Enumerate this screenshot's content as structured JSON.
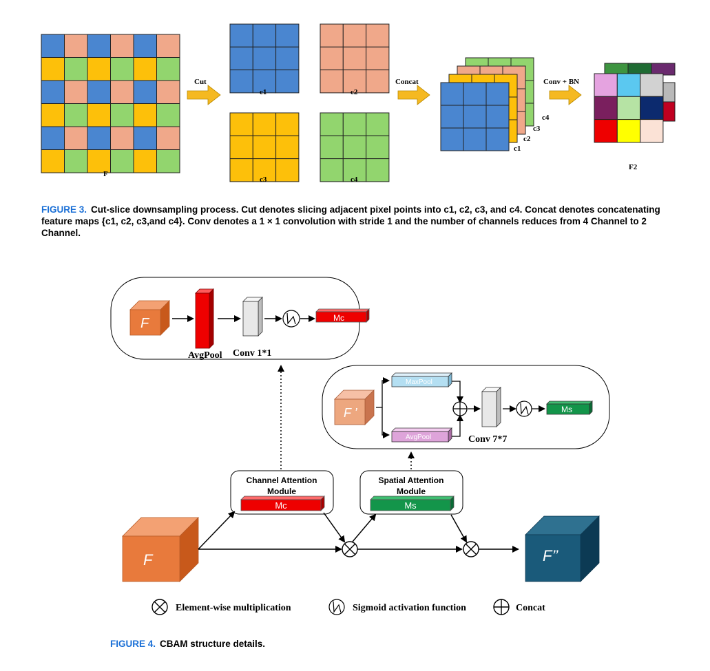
{
  "figure3": {
    "labels": {
      "F": "F",
      "cut": "Cut",
      "c1": "c1",
      "c2": "c2",
      "c3": "c3",
      "c4": "c4",
      "concat": "Concat",
      "conv_bn": "Conv + BN",
      "F2": "F2",
      "stack_c4": "c4",
      "stack_c3": "c3",
      "stack_c2": "c2",
      "stack_c1": "c1"
    },
    "colors": {
      "blue": "#4a86d0",
      "salmon": "#f0a88a",
      "yellow": "#fdc00a",
      "green": "#92d56e",
      "arrow": "#f5b921"
    },
    "caption_prefix": "FIGURE 3.",
    "caption_text": "Cut-slice downsampling process. Cut denotes slicing adjacent pixel points into c1, c2, c3, and c4. Concat denotes concatenating feature maps {c1, c2, c3,and c4}. Conv denotes a 1 × 1 convolution with stride 1 and the number of channels reduces from 4 Channel to 2 Channel."
  },
  "figure4": {
    "channel_box": {
      "F": "F",
      "avgpool": "AvgPool",
      "conv": "Conv 1*1",
      "mc": "Mc"
    },
    "spatial_box": {
      "F_prime": "F ’",
      "maxpool": "MaxPool",
      "avgpool": "AvgPool",
      "conv": "Conv 7*7",
      "ms": "Ms"
    },
    "main": {
      "F": "F",
      "F_out": "F’’",
      "cam_title_1": "Channel Attention",
      "cam_title_2": "Module",
      "cam_mc": "Mc",
      "sam_title_1": "Spatial Attention",
      "sam_title_2": "Module",
      "sam_ms": "Ms"
    },
    "legend": {
      "mult": "Element-wise multiplication",
      "sigmoid": "Sigmoid activation function",
      "concat": "Concat"
    },
    "caption_prefix": "FIGURE 4.",
    "caption_text": "CBAM structure details."
  }
}
